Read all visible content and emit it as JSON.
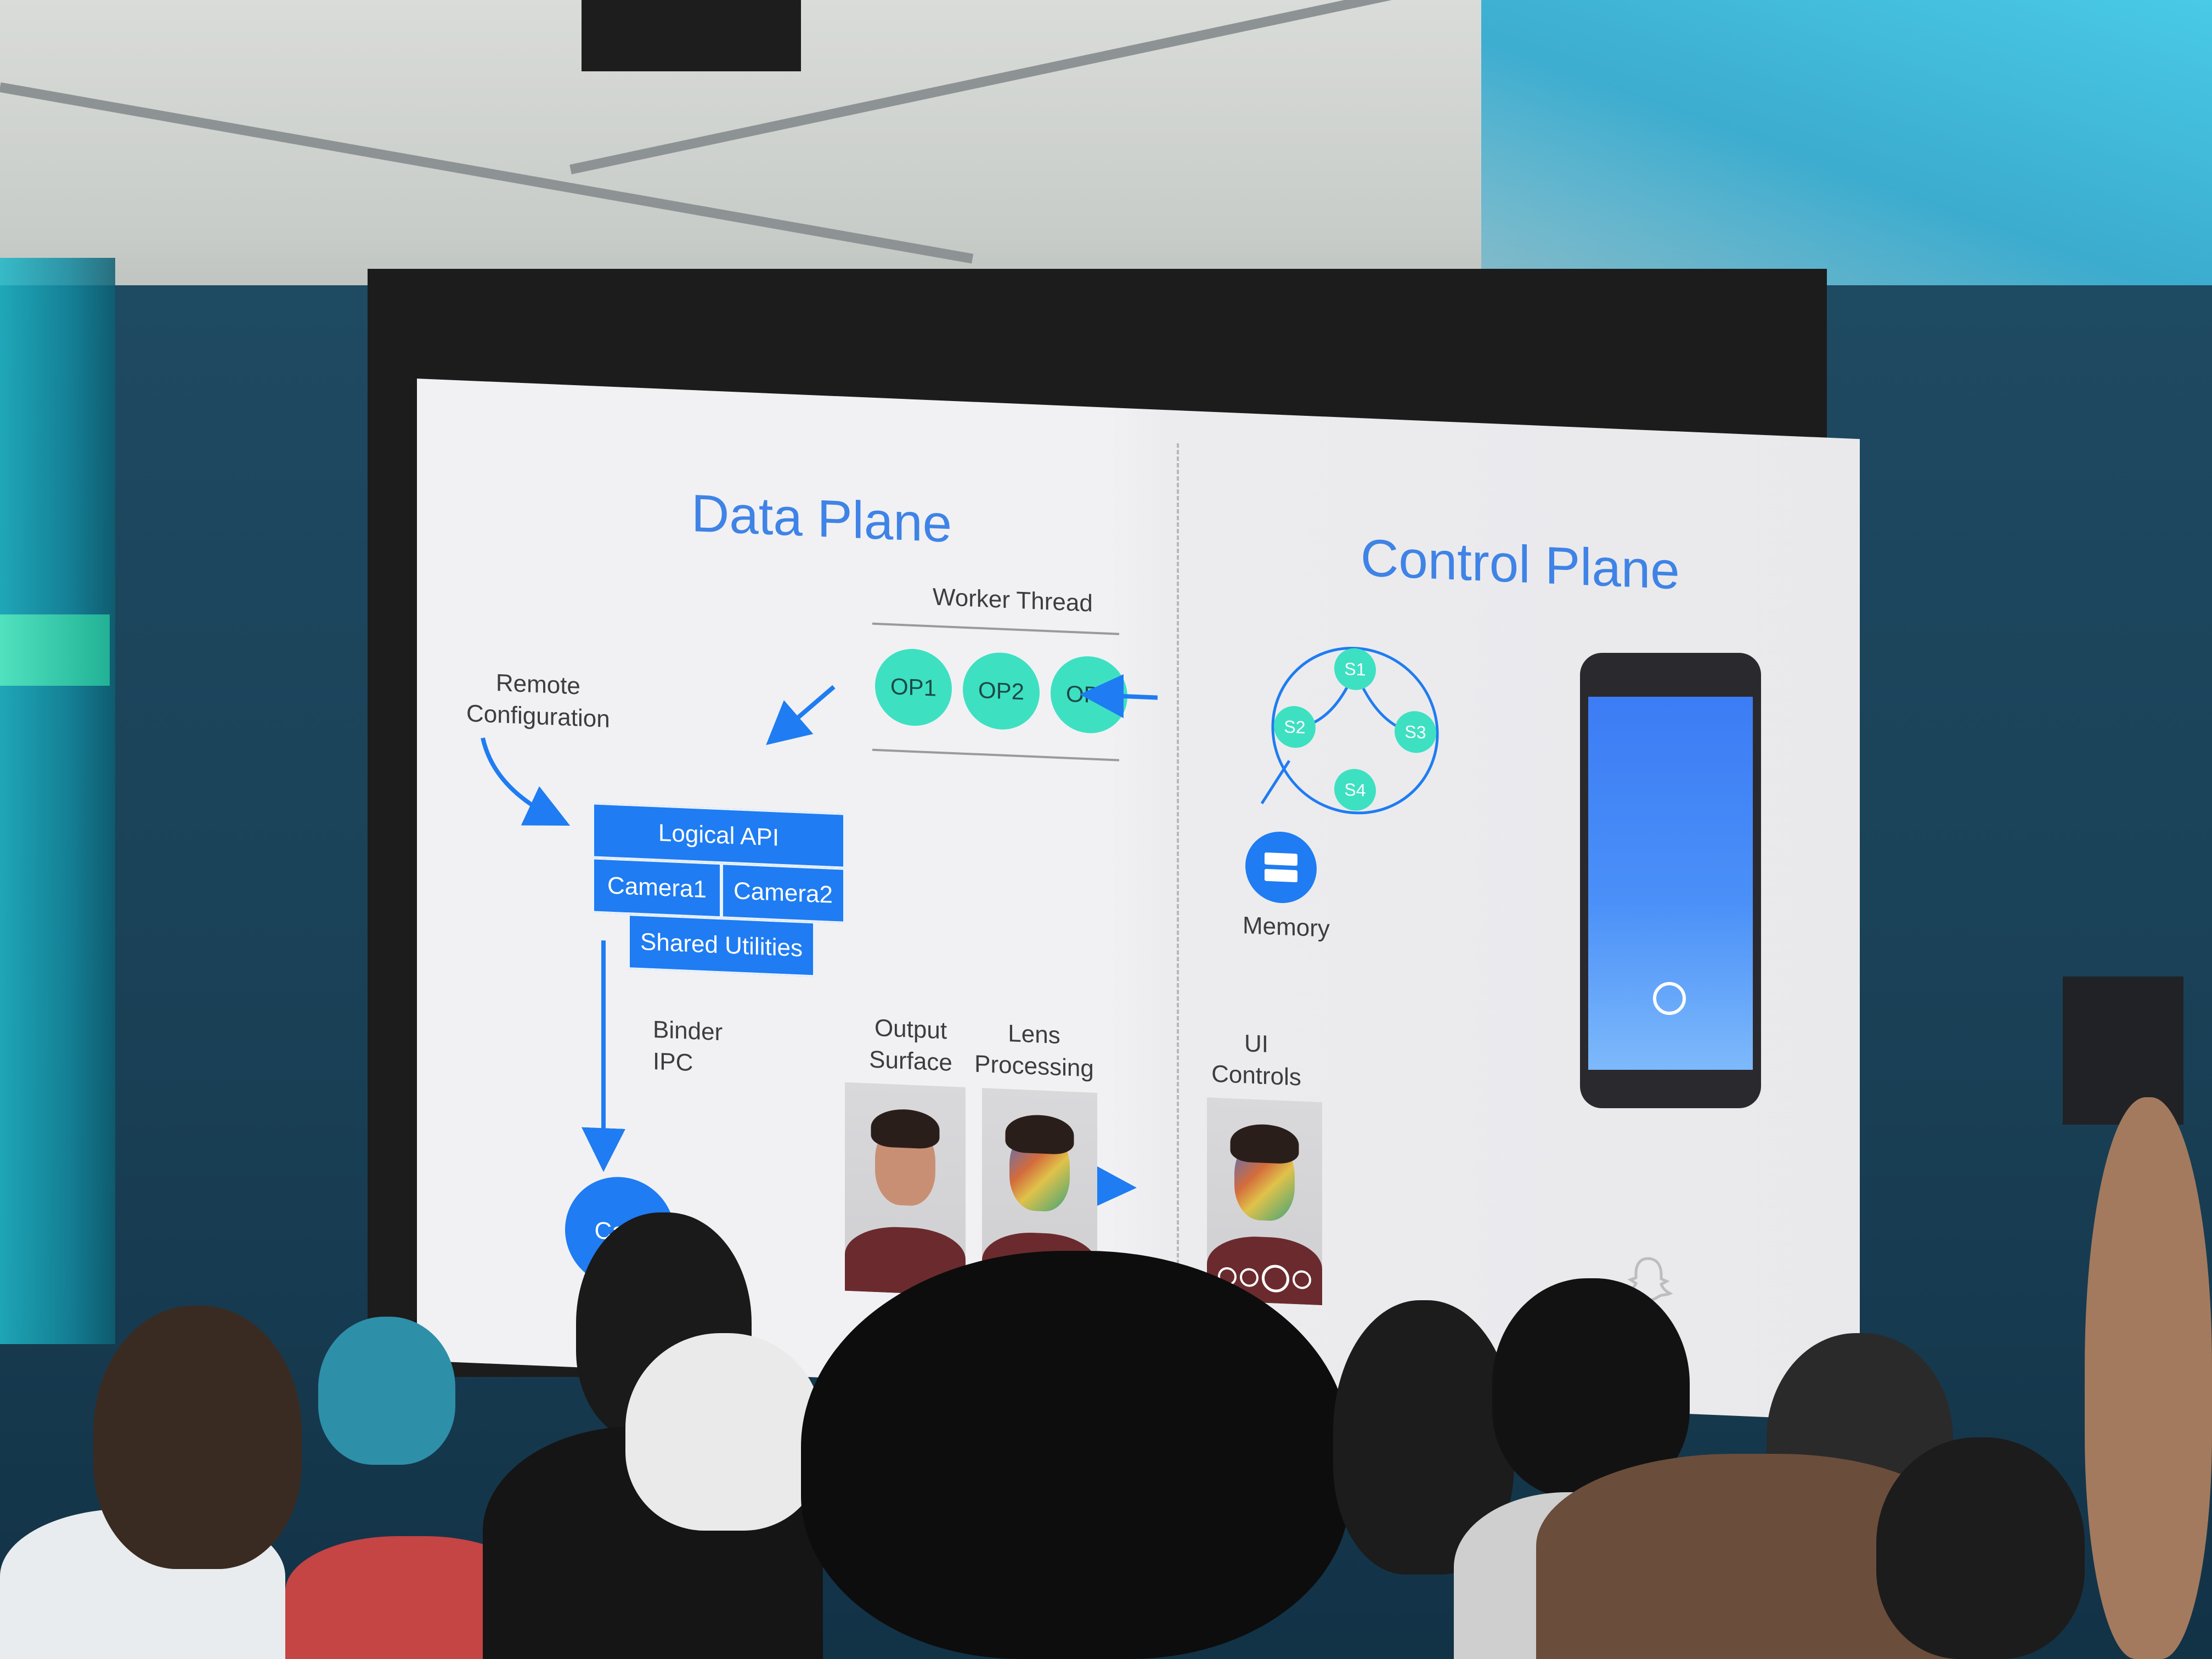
{
  "slide": {
    "data_plane_title": "Data Plane",
    "control_plane_title": "Control Plane",
    "worker_thread": "Worker Thread",
    "ops": [
      "OP1",
      "OP2",
      "OP3"
    ],
    "remote_configuration": [
      "Remote",
      "Configuration"
    ],
    "logical_api": "Logical API",
    "camera1": "Camera1",
    "camera2": "Camera2",
    "shared_utilities": "Shared Utilities",
    "binder_ipc": [
      "Binder",
      "IPC"
    ],
    "camera_partial": "Cam",
    "output_surface": [
      "Output",
      "Surface"
    ],
    "lens_processing": [
      "Lens",
      "Processing"
    ],
    "ui_controls": [
      "UI",
      "Controls"
    ],
    "states": [
      "S1",
      "S2",
      "S3",
      "S4"
    ],
    "memory": "Memory"
  },
  "colors": {
    "accent_blue": "#1f7cf2",
    "title_blue": "#3f83e6",
    "teal": "#3ee0c2"
  },
  "icons": [
    "arrow-icon",
    "memory-database-icon",
    "snapchat-ghost-icon",
    "phone-home-button-icon"
  ]
}
